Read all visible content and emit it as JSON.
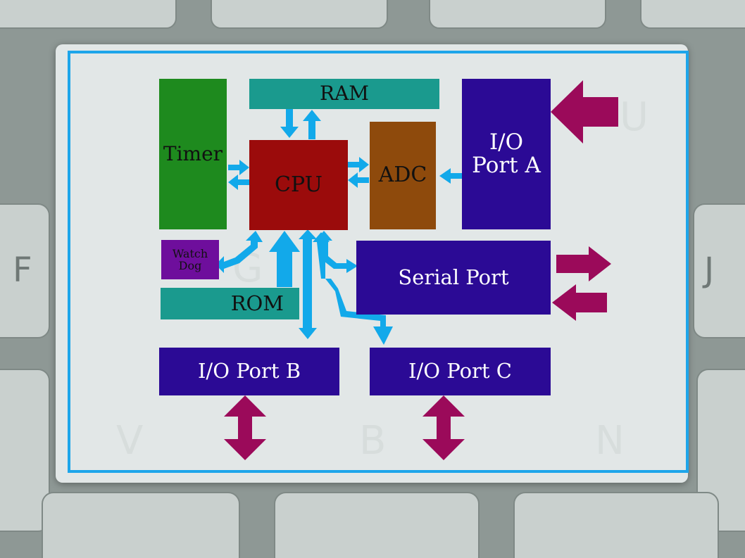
{
  "colors": {
    "bus_arrow": "#12a9ea",
    "external_arrow": "#9b0a5a",
    "frame": "#1da5ea",
    "timer": "#1e8a1e",
    "ram": "#1a9a8e",
    "cpu": "#9b0b0b",
    "adc": "#8e4a0c",
    "io_port": "#2b0a95",
    "watchdog": "#6e0e9c",
    "rom": "#1a9a8e"
  },
  "background_keys": [
    "F",
    "J",
    "V",
    "B",
    "N",
    "U",
    "G"
  ],
  "blocks": {
    "timer": "Timer",
    "ram": "RAM",
    "cpu": "CPU",
    "adc": "ADC",
    "io_port_a": [
      "I/O",
      "Port A"
    ],
    "watch_dog": [
      "Watch",
      "Dog"
    ],
    "rom": "ROM",
    "serial_port": "Serial Port",
    "io_port_b": "I/O Port B",
    "io_port_c": "I/O Port C"
  }
}
